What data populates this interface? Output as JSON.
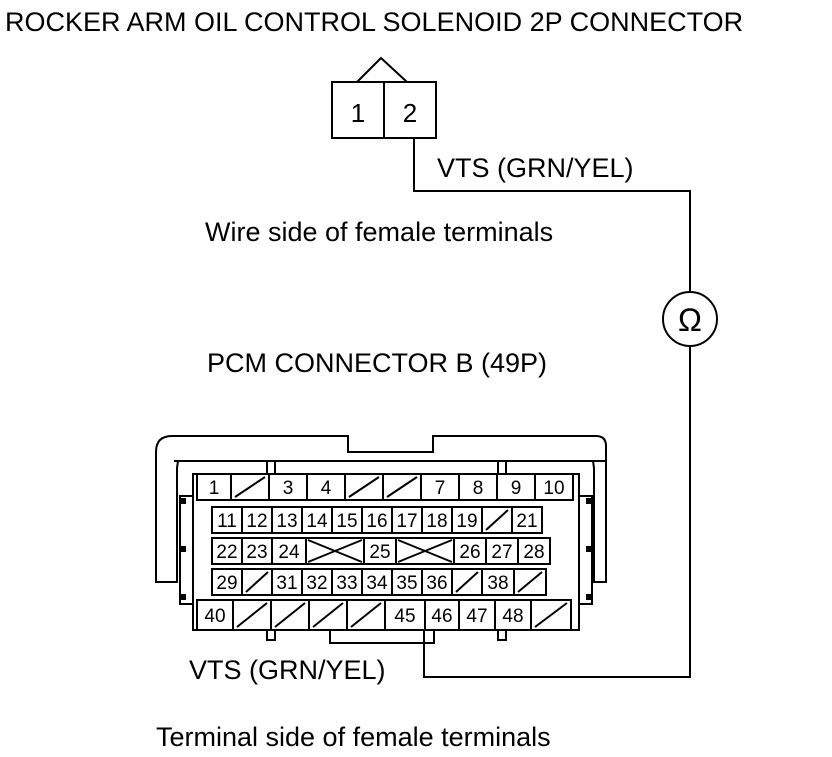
{
  "title": "ROCKER ARM OIL CONTROL SOLENOID 2P CONNECTOR",
  "solenoid": {
    "pins": [
      "1",
      "2"
    ],
    "wire_label": "VTS (GRN/YEL)",
    "side_caption": "Wire side of female terminals"
  },
  "meter": {
    "symbol": "Ω",
    "name": "ohmmeter"
  },
  "pcm": {
    "title": "PCM CONNECTOR B (49P)",
    "wire_label": "VTS (GRN/YEL)",
    "side_caption": "Terminal side of female terminals",
    "rows": [
      [
        "1",
        "",
        "3",
        "4",
        "",
        "",
        "7",
        "8",
        "9",
        "10"
      ],
      [
        "11",
        "12",
        "13",
        "14",
        "15",
        "16",
        "17",
        "18",
        "19",
        "",
        "21"
      ],
      [
        "22",
        "23",
        "24",
        "X",
        "25",
        "X",
        "26",
        "27",
        "28"
      ],
      [
        "29",
        "",
        "31",
        "32",
        "33",
        "34",
        "35",
        "36",
        "",
        "38",
        ""
      ],
      [
        "40",
        "",
        "",
        "",
        "",
        "45",
        "46",
        "47",
        "48",
        ""
      ]
    ]
  }
}
